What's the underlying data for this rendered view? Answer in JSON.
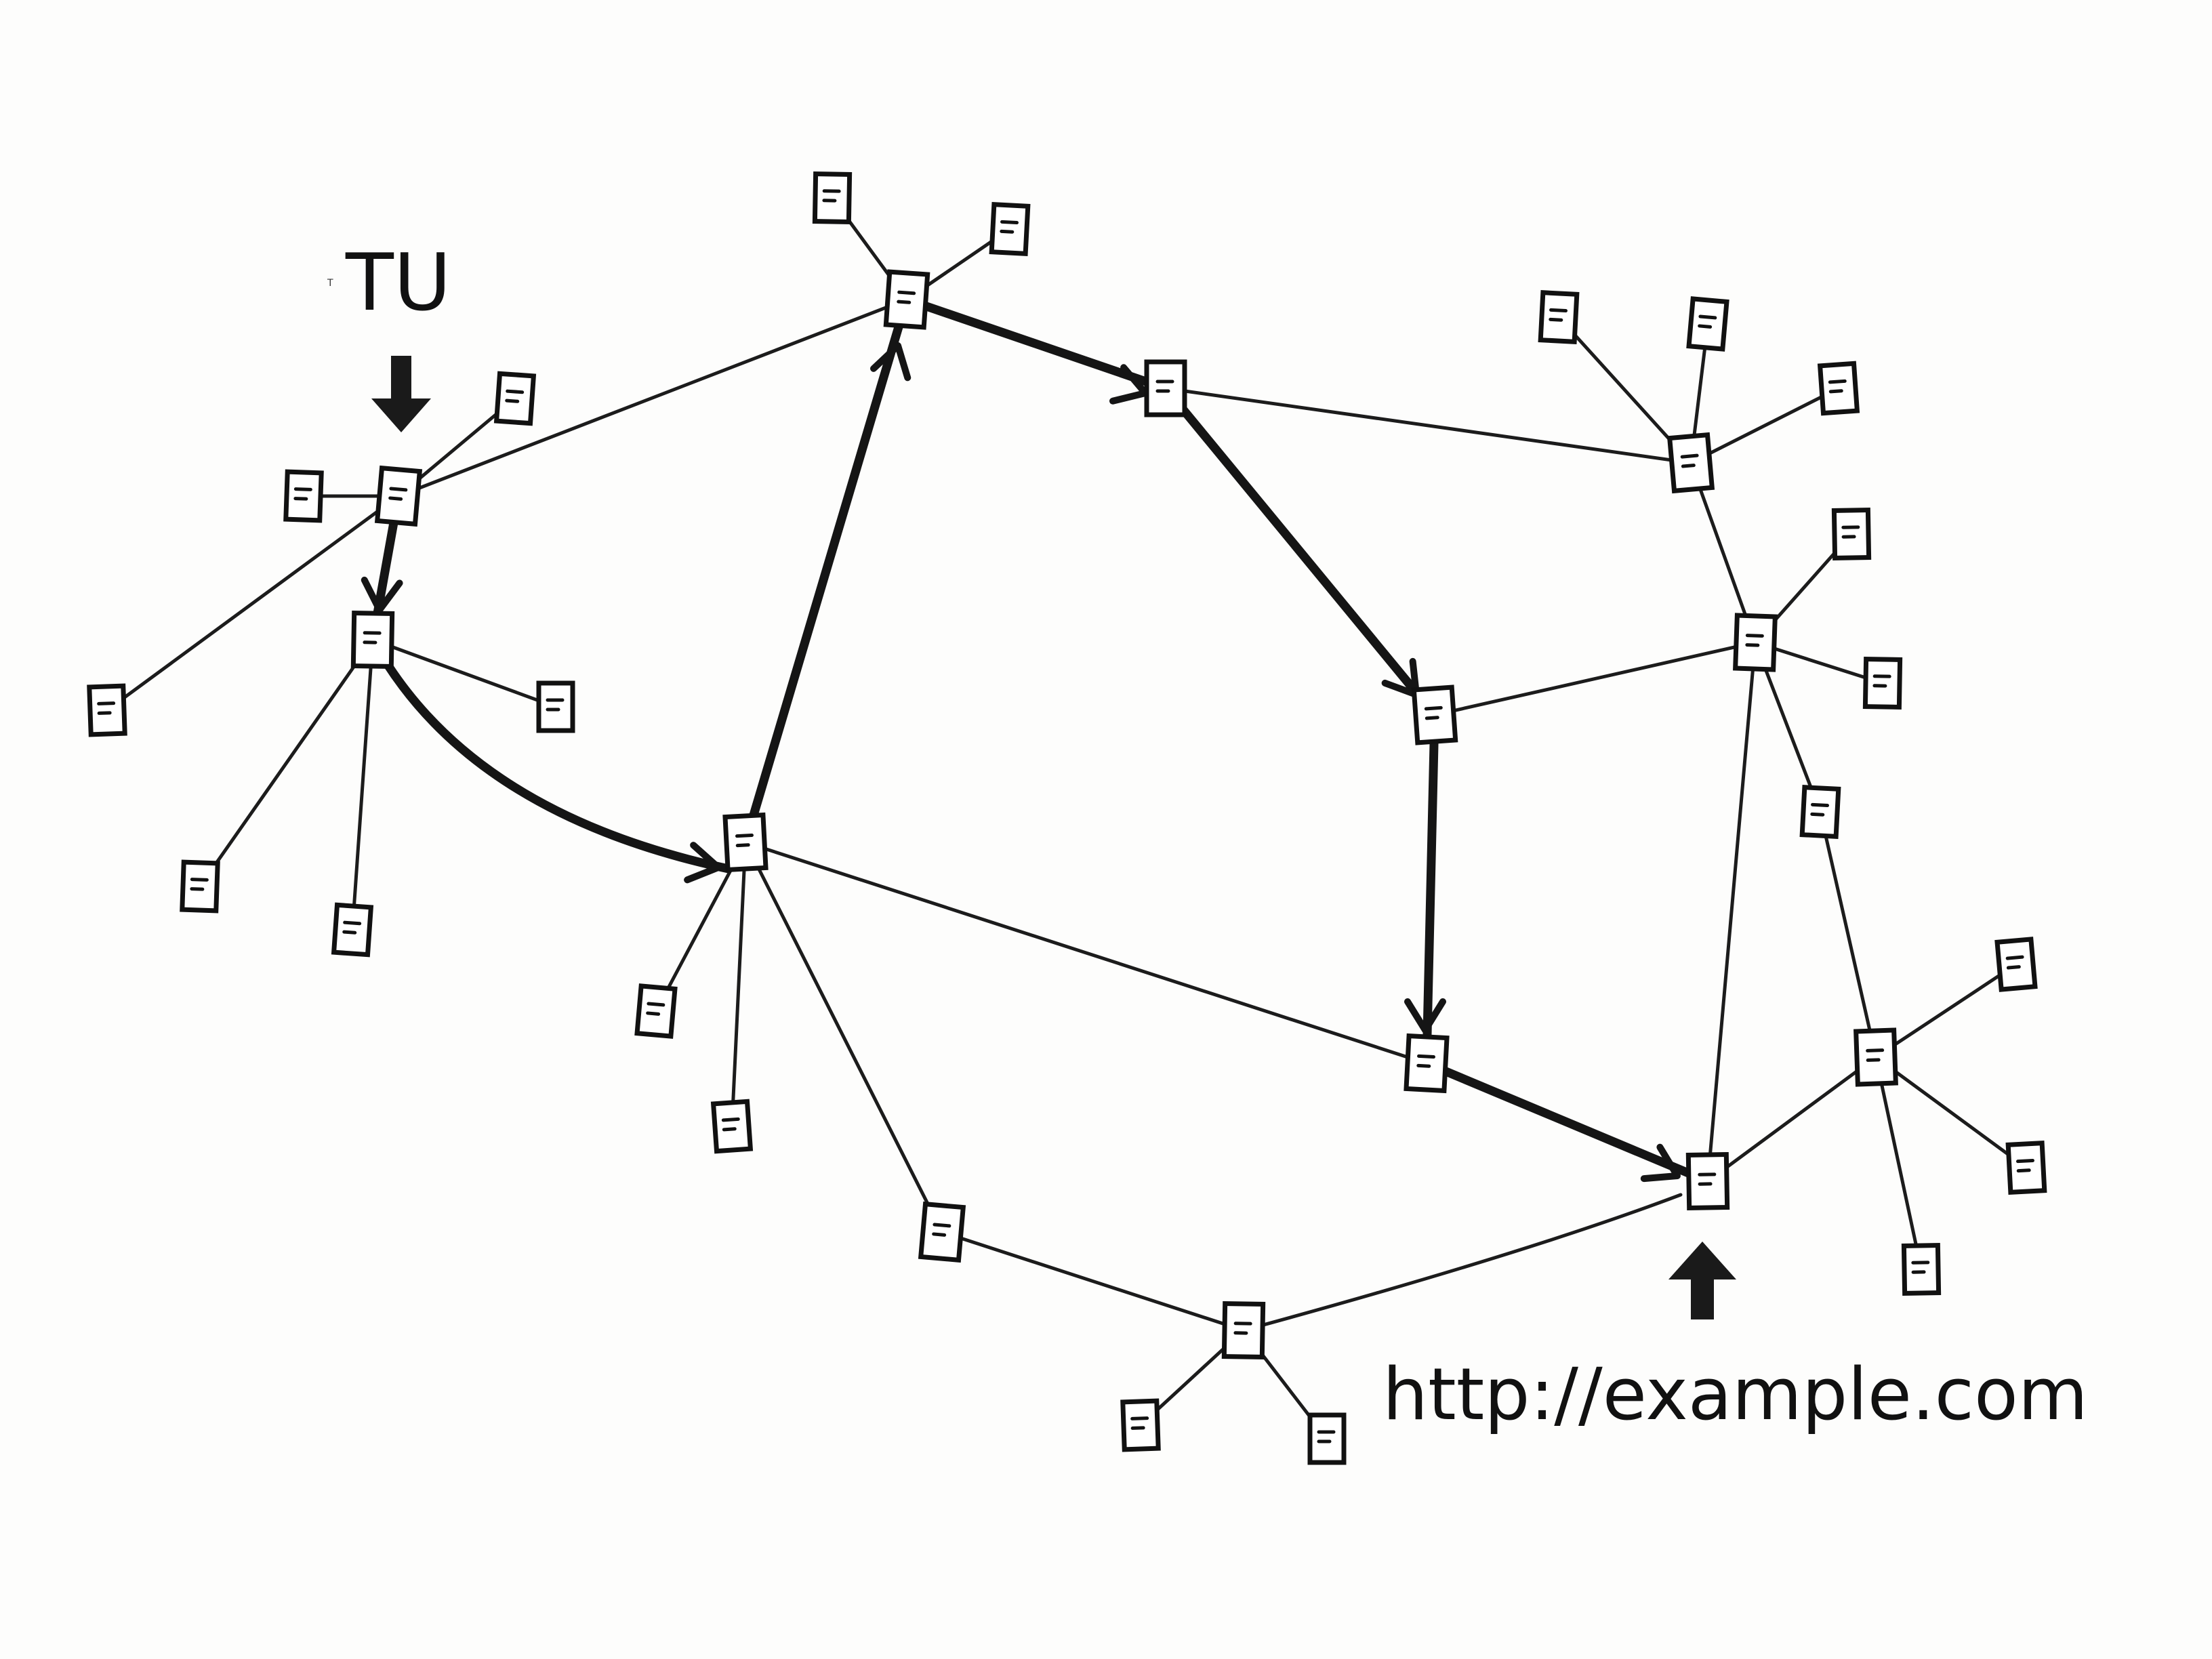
{
  "labels": {
    "start": "TU",
    "start_mark": "T",
    "destination": "http://example.com"
  },
  "colors": {
    "ink": "#151515",
    "paper": "#fdfdfc"
  },
  "icons": {
    "node": "document-icon",
    "pointer": "arrow-icon"
  }
}
